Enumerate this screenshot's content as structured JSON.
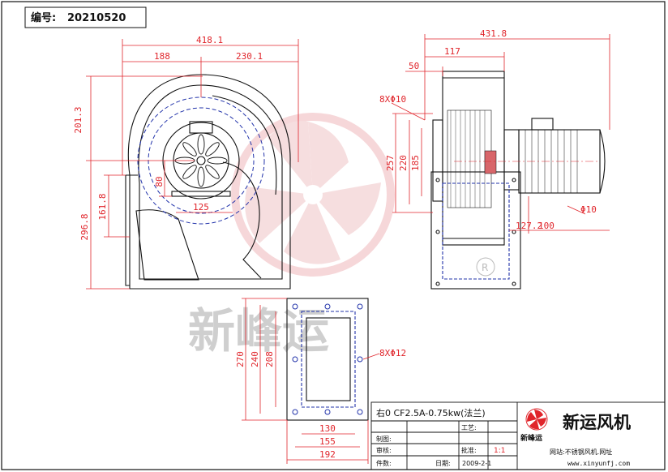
{
  "header": {
    "code_label": "编号:",
    "code_value": "20210520"
  },
  "side_view": {
    "width_total": "418.1",
    "width_left": "188",
    "width_right": "230.1",
    "height_top": "201.3",
    "height_outlet": "161.8",
    "height_total": "296.8",
    "motor_height": "80",
    "motor_width": "125"
  },
  "front_view": {
    "length_total": "431.8",
    "depth_117": "117",
    "depth_50": "50",
    "holes": "8XΦ10",
    "h257": "257",
    "h220": "220",
    "h185": "185",
    "base_127": "127.2",
    "base_100": "100",
    "bolt": "Φ10"
  },
  "flange": {
    "h270": "270",
    "h240": "240",
    "h208": "208",
    "w130": "130",
    "w155": "155",
    "w192": "192",
    "holes": "8XΦ12"
  },
  "title_block": {
    "model": "右0 CF2.5A-0.75kw(法兰)",
    "label_craft": "工艺:",
    "label_draw": "制图:",
    "label_check": "审核:",
    "label_approve": "批准:",
    "label_date_mark": "日期:",
    "label_count": "件数:",
    "scale": "1:1",
    "date": "2009-2-1",
    "company": "新运风机",
    "logo_text": "新峰运",
    "website_label": "网站:不锈钢风机.网址",
    "website_url": "www.xinyunfj.com"
  },
  "watermark": {
    "text": "新峰运",
    "registered": "R"
  },
  "colors": {
    "dimension": "#e0252b",
    "hidden_line": "#2233aa",
    "outline": "#111111",
    "watermark": "#f0c4c6"
  }
}
